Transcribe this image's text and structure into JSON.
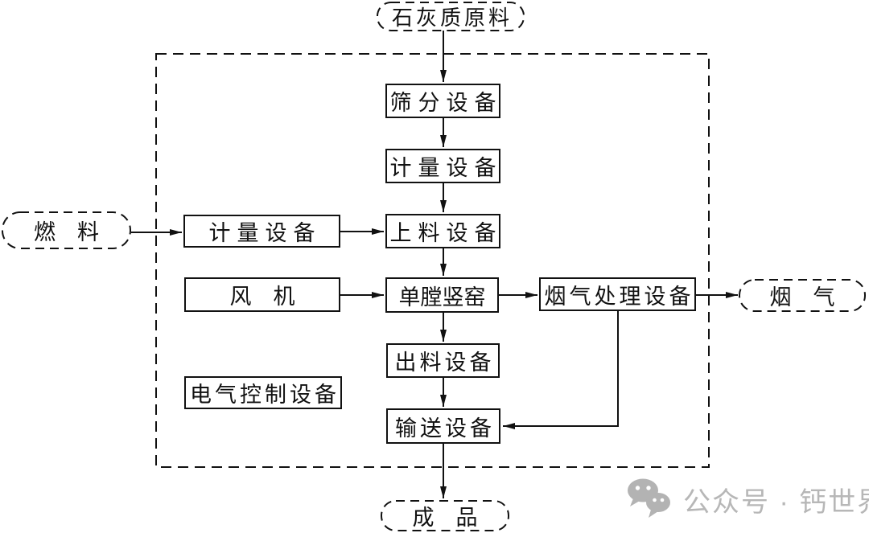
{
  "colors": {
    "line": "#111111",
    "text": "#111111",
    "background": "#ffffff",
    "watermark_gray": "#b7b7b7"
  },
  "flowchart": {
    "nodes": {
      "limestone": {
        "label": "石灰质原料",
        "shape": "dashed-stadium"
      },
      "screening": {
        "label": "筛分设备",
        "shape": "box"
      },
      "metering_main": {
        "label": "计量设备",
        "shape": "box"
      },
      "charging": {
        "label": "上料设备",
        "shape": "box"
      },
      "kiln": {
        "label": "单膛竖窑",
        "shape": "box"
      },
      "discharging": {
        "label": "出料设备",
        "shape": "box"
      },
      "conveying": {
        "label": "输送设备",
        "shape": "box"
      },
      "fuel": {
        "label": "燃　料",
        "shape": "dashed-stadium"
      },
      "metering_fuel": {
        "label": "计量设备",
        "shape": "box"
      },
      "fan": {
        "label": "风　机",
        "shape": "box"
      },
      "electrical_control": {
        "label": "电气控制设备",
        "shape": "box"
      },
      "flue_gas_treatment": {
        "label": "烟气处理设备",
        "shape": "box"
      },
      "flue_gas": {
        "label": "烟　气",
        "shape": "dashed-stadium"
      },
      "product": {
        "label": "成　品",
        "shape": "dashed-stadium"
      }
    },
    "edges": [
      {
        "from": "limestone",
        "to": "screening"
      },
      {
        "from": "screening",
        "to": "metering_main"
      },
      {
        "from": "metering_main",
        "to": "charging"
      },
      {
        "from": "charging",
        "to": "kiln"
      },
      {
        "from": "kiln",
        "to": "discharging"
      },
      {
        "from": "discharging",
        "to": "conveying"
      },
      {
        "from": "conveying",
        "to": "product"
      },
      {
        "from": "fuel",
        "to": "metering_fuel"
      },
      {
        "from": "metering_fuel",
        "to": "charging"
      },
      {
        "from": "fan",
        "to": "kiln"
      },
      {
        "from": "kiln",
        "to": "flue_gas_treatment"
      },
      {
        "from": "flue_gas_treatment",
        "to": "flue_gas"
      },
      {
        "from": "flue_gas_treatment",
        "to": "conveying"
      }
    ]
  },
  "watermark": {
    "label": "公众号 · 钙世界",
    "icon": "wechat-icon"
  }
}
